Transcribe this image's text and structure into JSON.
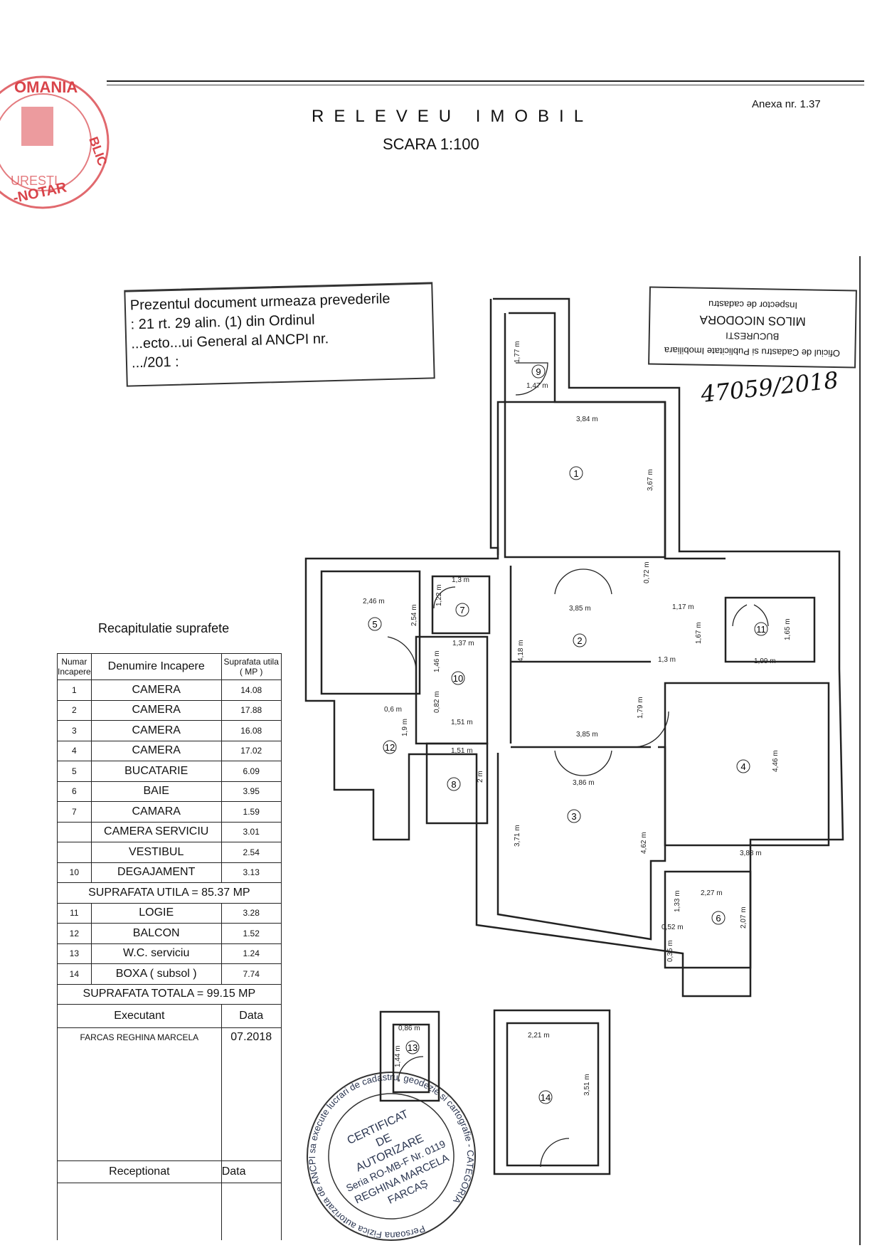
{
  "header": {
    "title": "RELEVEU IMOBIL",
    "scale": "SCARA 1:100",
    "annex": "Anexa nr. 1.37"
  },
  "notice": {
    "line1": "Prezentul document urmeaza prevederile",
    "line2": ": 21      rt. 29 alin. (1) din Ordinul",
    "line3": "...ecto...ui General al ANCPI nr.",
    "line4": "  .../201 :"
  },
  "ancpi_stamp": {
    "line1": "Oficiul de Cadastru si Publicitate Imobiliara",
    "line2": "BUCURESTI",
    "line3": "MILOS NICODORA",
    "line4": "Inspector de cadastru"
  },
  "registration_number": "47059/2018",
  "notary_stamp": {
    "text": "ROMANIA • NOTAR PUBLIC • BUCURESTI"
  },
  "summary": {
    "title": "Recapitulatie suprafete",
    "headers": {
      "number": "Numar Incapere",
      "name": "Denumire Incapere",
      "area": "Suprafata utila ( MP )"
    },
    "rooms": [
      {
        "no": "1",
        "name": "CAMERA",
        "area": "14.08"
      },
      {
        "no": "2",
        "name": "CAMERA",
        "area": "17.88"
      },
      {
        "no": "3",
        "name": "CAMERA",
        "area": "16.08"
      },
      {
        "no": "4",
        "name": "CAMERA",
        "area": "17.02"
      },
      {
        "no": "5",
        "name": "BUCATARIE",
        "area": "6.09"
      },
      {
        "no": "6",
        "name": "BAIE",
        "area": "3.95"
      },
      {
        "no": "7",
        "name": "CAMARA",
        "area": "1.59"
      },
      {
        "no": "",
        "name": "CAMERA SERVICIU",
        "area": "3.01"
      },
      {
        "no": "",
        "name": "VESTIBUL",
        "area": "2.54"
      },
      {
        "no": "10",
        "name": "DEGAJAMENT",
        "area": "3.13"
      }
    ],
    "useful_total": "SUPRAFATA UTILA = 85.37 MP",
    "extra_rooms": [
      {
        "no": "11",
        "name": "LOGIE",
        "area": "3.28"
      },
      {
        "no": "12",
        "name": "BALCON",
        "area": "1.52"
      },
      {
        "no": "13",
        "name": "W.C. serviciu",
        "area": "1.24"
      },
      {
        "no": "14",
        "name": "BOXA ( subsol )",
        "area": "7.74"
      }
    ],
    "grand_total": "SUPRAFATA TOTALA = 99.15 MP",
    "executant_label": "Executant",
    "date_label": "Data",
    "executant_name": "FARCAS REGHINA MARCELA",
    "executant_date": "07.2018",
    "received_label": "Receptionat",
    "received_date_label": "Data"
  },
  "certificate_stamp": {
    "ring": "Persoana Fizica autorizata de ANCPI sa execute lucrari de cadastru, geodezie si cartografie - CATEGORIA",
    "line1": "CERTIFICAT",
    "line2": "DE",
    "line3": "AUTORIZARE",
    "line4": "Seria RO-MB-F Nr. 0119",
    "line5": "REGHINA MARCELA",
    "line6": "FARCAȘ"
  },
  "plan": {
    "room_numbers": [
      "1",
      "2",
      "3",
      "4",
      "5",
      "6",
      "7",
      "8",
      "9",
      "10",
      "11",
      "12",
      "13",
      "14"
    ],
    "dimensions": [
      "1,77 m",
      "1,47 m",
      "3,84 m",
      "3,67 m",
      "0,72 m",
      "1,3 m",
      "1,22 m",
      "2,46 m",
      "2,54 m",
      "3,85 m",
      "1,17 m",
      "1,67 m",
      "1,65 m",
      "1,37 m",
      "1,46 m",
      "4,18 m",
      "1,3 m",
      "1,99 m",
      "0,6 m",
      "0,82 m",
      "1,51 m",
      "1,79 m",
      "1,9 m",
      "1,51 m",
      "3,85 m",
      "3,86 m",
      "2 m",
      "4,46 m",
      "3,71 m",
      "4,62 m",
      "3,88 m",
      "2,27 m",
      "1,33 m",
      "0,52 m",
      "2,07 m",
      "0,35 m",
      "0,86 m",
      "1,44 m",
      "2,21 m",
      "3,51 m"
    ]
  }
}
